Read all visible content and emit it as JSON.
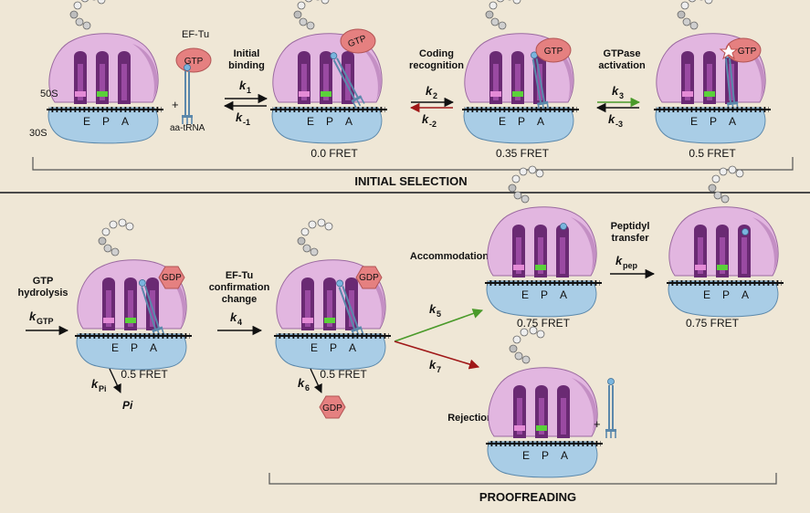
{
  "panels": {
    "initial_selection": "INITIAL SELECTION",
    "proofreading": "PROOFREADING"
  },
  "legend": {
    "subunit_50s": "50S",
    "subunit_30s": "30S",
    "ef_tu": "EF-Tu",
    "gtp": "GTP",
    "aa_trna": "aa-tRNA",
    "plus": "+"
  },
  "sites": [
    "E",
    "P",
    "A"
  ],
  "states": {
    "s1_fret": "0.0 FRET",
    "s2_fret": "0.35 FRET",
    "s3_fret": "0.5 FRET",
    "s4_fret": "0.5 FRET",
    "s5_fret": "0.5 FRET",
    "s6_fret": "0.75 FRET",
    "s7_fret": "0.75 FRET"
  },
  "steps": {
    "initial_binding": [
      "Initial",
      "binding"
    ],
    "coding_recognition": [
      "Coding",
      "recognition"
    ],
    "gtpase_activation": [
      "GTPase",
      "activation"
    ],
    "gtp_hydrolysis": [
      "GTP",
      "hydrolysis"
    ],
    "eftu_change": [
      "EF-Tu",
      "confirmation",
      "change"
    ],
    "accommodation": "Accommodation",
    "peptidyl_transfer": [
      "Peptidyl",
      "transfer"
    ],
    "rejection": "Rejection"
  },
  "rates": {
    "k1": {
      "base": "k",
      "sub": "1"
    },
    "km1": {
      "base": "k",
      "sub": "-1"
    },
    "k2": {
      "base": "k",
      "sub": "2"
    },
    "km2": {
      "base": "k",
      "sub": "-2"
    },
    "k3": {
      "base": "k",
      "sub": "3"
    },
    "km3": {
      "base": "k",
      "sub": "-3"
    },
    "kgtp": {
      "base": "k",
      "sub": "GTP"
    },
    "k4": {
      "base": "k",
      "sub": "4"
    },
    "kpi": {
      "base": "k",
      "sub": "Pi"
    },
    "k5": {
      "base": "k",
      "sub": "5"
    },
    "k6": {
      "base": "k",
      "sub": "6"
    },
    "k7": {
      "base": "k",
      "sub": "7"
    },
    "kpep": {
      "base": "k",
      "sub": "pep"
    }
  },
  "products": {
    "pi": "Pi",
    "gdp": "GDP",
    "gtp": "GTP",
    "plus": "+"
  },
  "colors": {
    "panel_fill": "#efe7d6",
    "ribosome_50s": "#e2b6e0",
    "ribosome_30s": "#a9cde6",
    "trna_purple": "#6a2a73",
    "ef_tu": "#e58080",
    "green_arrow": "#4a9a2a",
    "red_arrow": "#a01818",
    "mrna": "#111111"
  }
}
